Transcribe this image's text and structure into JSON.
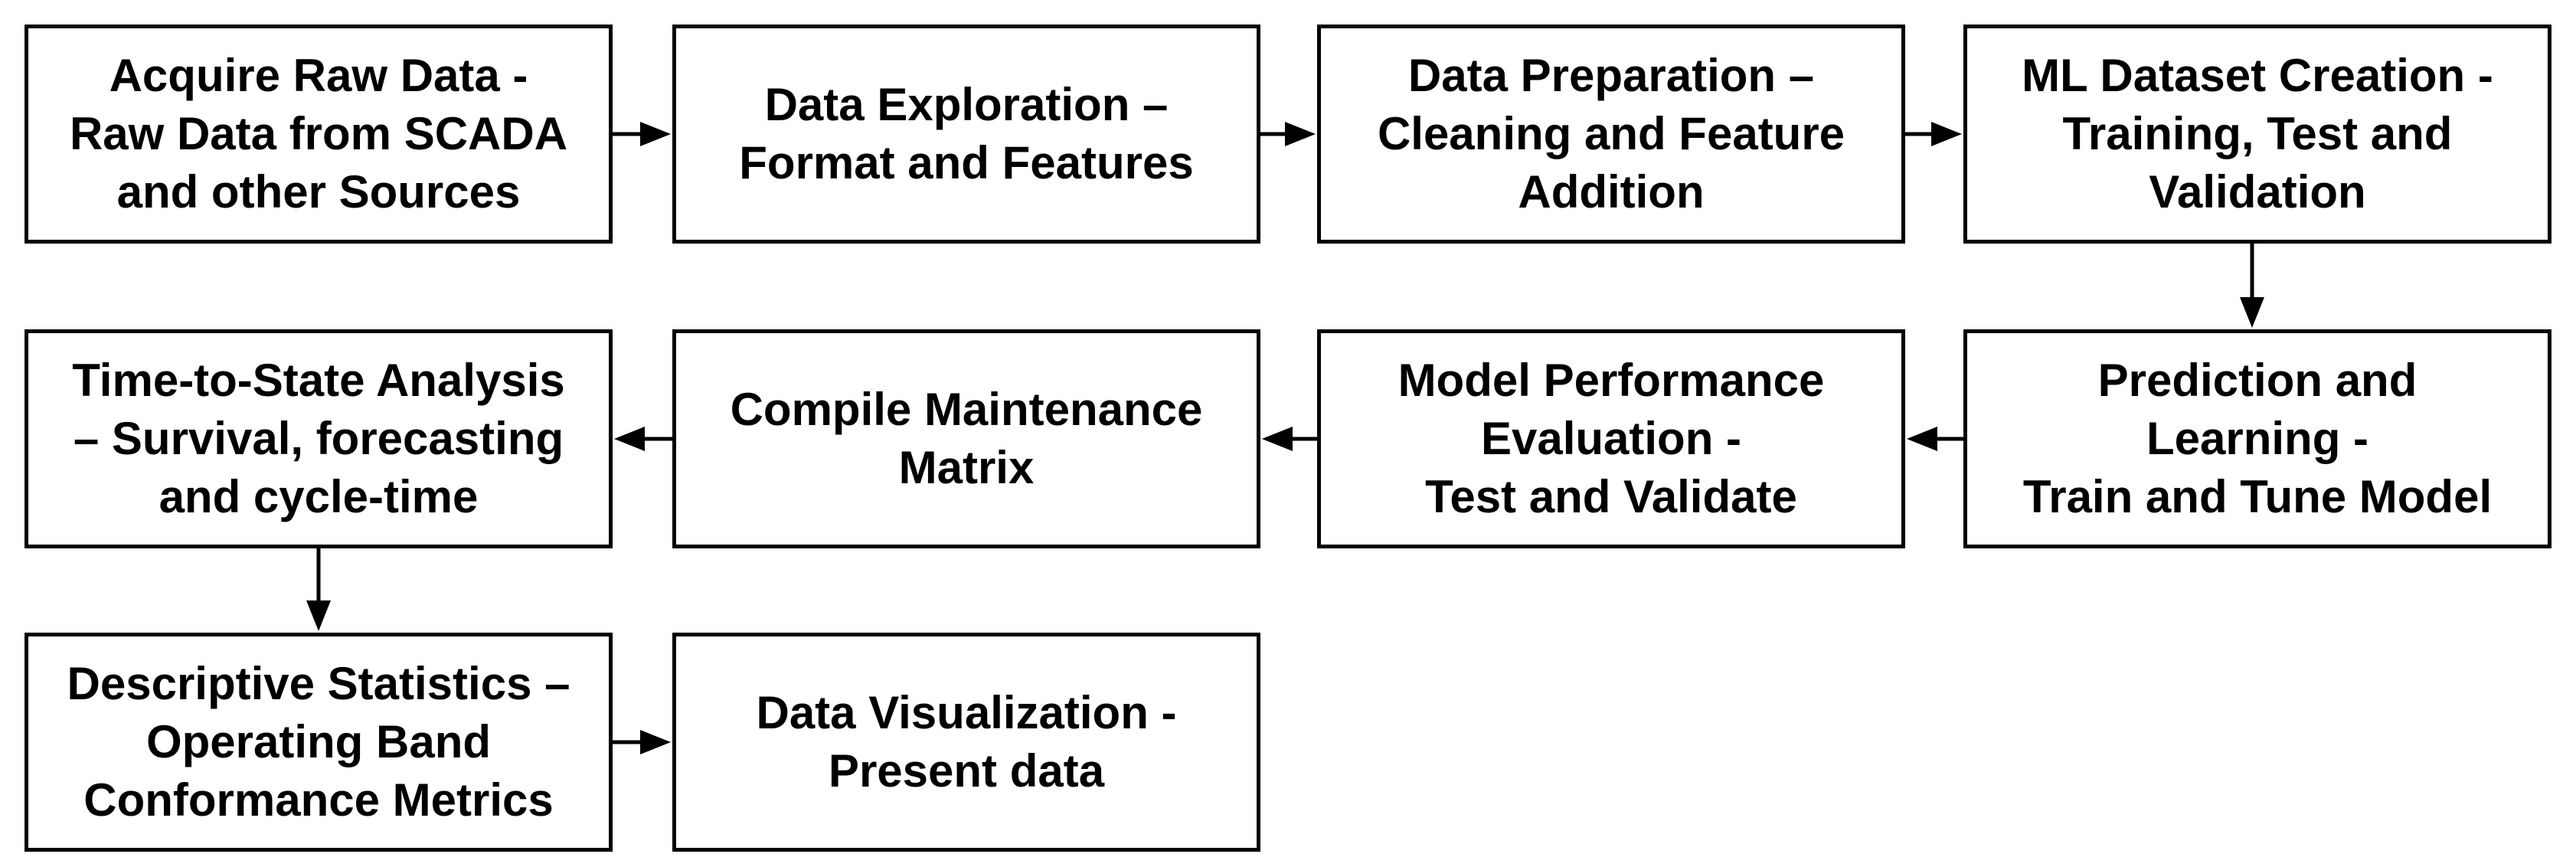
{
  "nodes": [
    {
      "id": "acquire-raw-data",
      "lines": [
        "Acquire Raw Data -",
        "Raw Data from SCADA",
        "and other Sources"
      ]
    },
    {
      "id": "data-exploration",
      "lines": [
        "Data Exploration –",
        "Format and Features"
      ]
    },
    {
      "id": "data-preparation",
      "lines": [
        "Data Preparation –",
        "Cleaning and Feature",
        "Addition"
      ]
    },
    {
      "id": "ml-dataset-creation",
      "lines": [
        "ML Dataset Creation -",
        "Training, Test and",
        "Validation"
      ]
    },
    {
      "id": "prediction-and-learning",
      "lines": [
        "Prediction and",
        "Learning -",
        "Train and Tune Model"
      ]
    },
    {
      "id": "model-performance-evaluation",
      "lines": [
        "Model Performance",
        "Evaluation -",
        "Test and Validate"
      ]
    },
    {
      "id": "compile-maintenance-matrix",
      "lines": [
        "Compile Maintenance",
        "Matrix"
      ]
    },
    {
      "id": "time-to-state-analysis",
      "lines": [
        "Time-to-State Analysis",
        "– Survival, forecasting",
        "and cycle-time"
      ]
    },
    {
      "id": "descriptive-statistics",
      "lines": [
        "Descriptive Statistics –",
        "Operating Band",
        "Conformance Metrics"
      ]
    },
    {
      "id": "data-visualization",
      "lines": [
        "Data Visualization -",
        "Present data"
      ]
    }
  ],
  "edges": [
    {
      "from": "acquire-raw-data",
      "to": "data-exploration"
    },
    {
      "from": "data-exploration",
      "to": "data-preparation"
    },
    {
      "from": "data-preparation",
      "to": "ml-dataset-creation"
    },
    {
      "from": "ml-dataset-creation",
      "to": "prediction-and-learning"
    },
    {
      "from": "prediction-and-learning",
      "to": "model-performance-evaluation"
    },
    {
      "from": "model-performance-evaluation",
      "to": "compile-maintenance-matrix"
    },
    {
      "from": "compile-maintenance-matrix",
      "to": "time-to-state-analysis"
    },
    {
      "from": "time-to-state-analysis",
      "to": "descriptive-statistics"
    },
    {
      "from": "descriptive-statistics",
      "to": "data-visualization"
    }
  ],
  "colors": {
    "stroke": "#000000",
    "fill": "#ffffff",
    "text": "#000000"
  }
}
